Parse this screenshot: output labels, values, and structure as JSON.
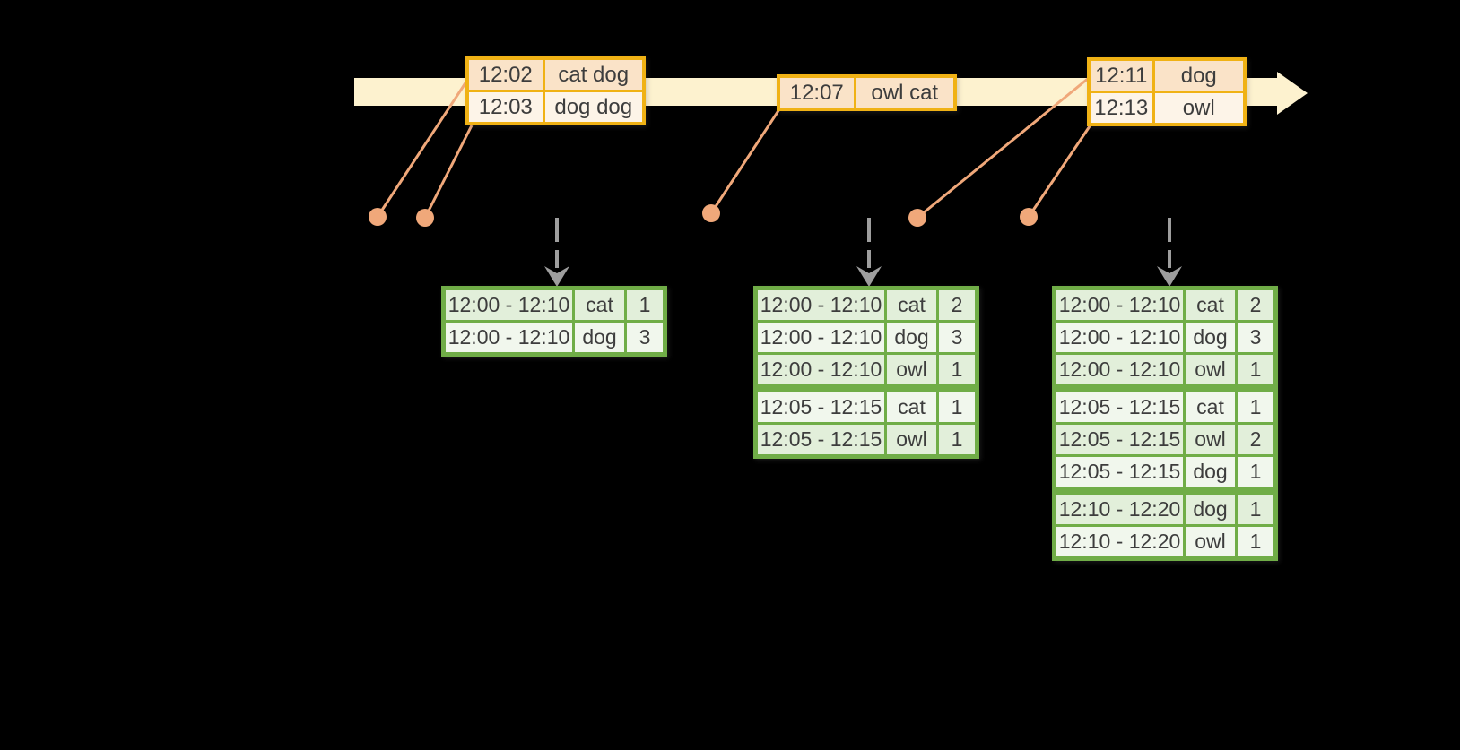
{
  "colors": {
    "gold": "#F0B215",
    "peachDark": "#FAE3C8",
    "peachLight": "#FDF4E8",
    "cream": "#FDF2CF",
    "salmon": "#F0A87A",
    "greenBorder": "#70AD47",
    "greenDark": "#E2EFDA",
    "greenLight": "#F1F7ED",
    "grayArrow": "#9E9E9E",
    "text": "#3D3D3D"
  },
  "icons": {
    "time_axis_arrowhead": "right-arrowhead",
    "trigger_arrowhead": "down-arrowhead"
  },
  "event_tables": [
    {
      "id": "events-1",
      "rows": [
        {
          "time": "12:02",
          "words": "cat dog"
        },
        {
          "time": "12:03",
          "words": "dog dog"
        }
      ]
    },
    {
      "id": "events-2",
      "rows": [
        {
          "time": "12:07",
          "words": "owl cat"
        }
      ]
    },
    {
      "id": "events-3",
      "rows": [
        {
          "time": "12:11",
          "words": "dog"
        },
        {
          "time": "12:13",
          "words": "owl"
        }
      ]
    }
  ],
  "result_tables": [
    {
      "id": "result-1",
      "group_breaks": [],
      "rows": [
        {
          "window": "12:00 - 12:10",
          "word": "cat",
          "count": "1"
        },
        {
          "window": "12:00 - 12:10",
          "word": "dog",
          "count": "3"
        }
      ]
    },
    {
      "id": "result-2",
      "group_breaks": [
        3
      ],
      "rows": [
        {
          "window": "12:00 - 12:10",
          "word": "cat",
          "count": "2"
        },
        {
          "window": "12:00 - 12:10",
          "word": "dog",
          "count": "3"
        },
        {
          "window": "12:00 - 12:10",
          "word": "owl",
          "count": "1"
        },
        {
          "window": "12:05 - 12:15",
          "word": "cat",
          "count": "1"
        },
        {
          "window": "12:05 - 12:15",
          "word": "owl",
          "count": "1"
        }
      ]
    },
    {
      "id": "result-3",
      "group_breaks": [
        3,
        6
      ],
      "rows": [
        {
          "window": "12:00 - 12:10",
          "word": "cat",
          "count": "2"
        },
        {
          "window": "12:00 - 12:10",
          "word": "dog",
          "count": "3"
        },
        {
          "window": "12:00 - 12:10",
          "word": "owl",
          "count": "1"
        },
        {
          "window": "12:05 - 12:15",
          "word": "cat",
          "count": "1"
        },
        {
          "window": "12:05 - 12:15",
          "word": "owl",
          "count": "2"
        },
        {
          "window": "12:05 - 12:15",
          "word": "dog",
          "count": "1"
        },
        {
          "window": "12:10 - 12:20",
          "word": "dog",
          "count": "1"
        },
        {
          "window": "12:10 - 12:20",
          "word": "owl",
          "count": "1"
        }
      ]
    }
  ]
}
